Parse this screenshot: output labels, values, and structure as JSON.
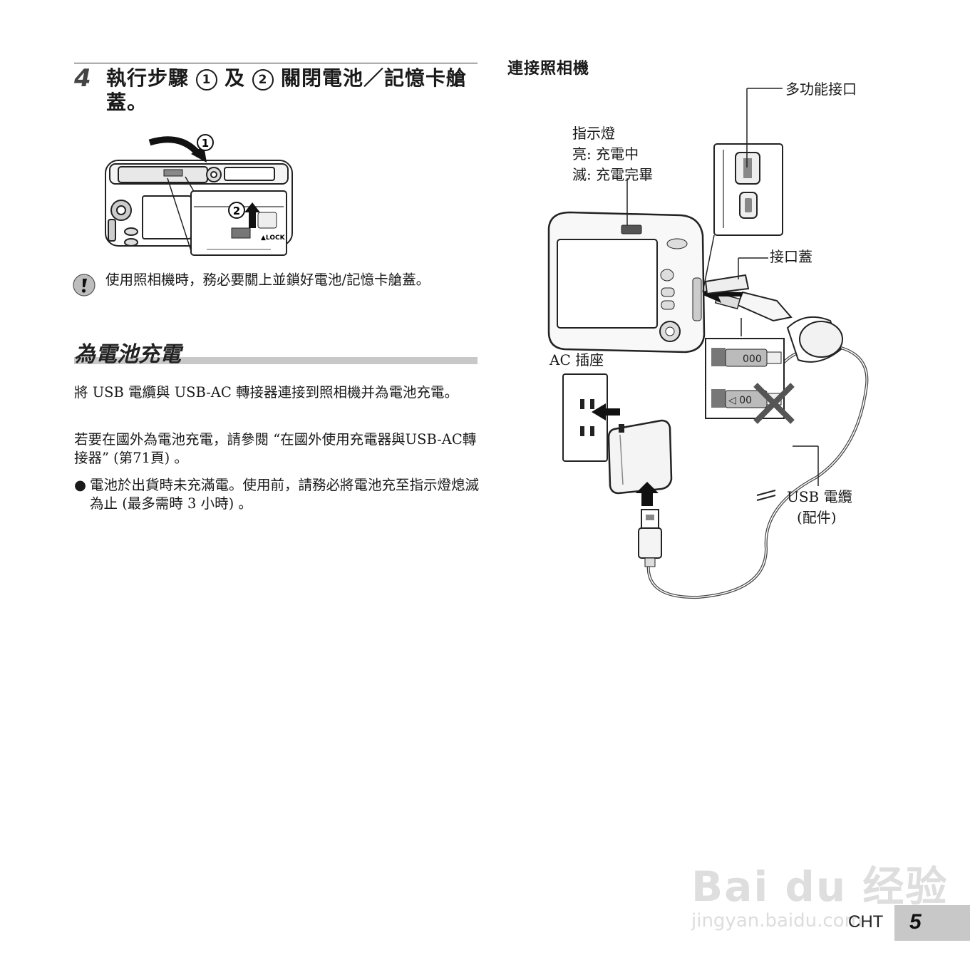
{
  "step4": {
    "number": "4",
    "text_a": "執行步驟",
    "mark1": "1",
    "text_b": "及",
    "mark2": "2",
    "text_c": "關閉電池／記憶卡艙蓋。"
  },
  "figure1": {
    "mark1": "1",
    "mark2": "2",
    "lock_label": "▲LOCK"
  },
  "caution": {
    "icon": "caution-icon",
    "text": "使用照相機時，務必要關上並鎖好電池/記憶卡艙蓋。"
  },
  "section": {
    "title": "為電池充電",
    "para1": "將 USB 電纜與 USB-AC 轉接器連接到照相機并為電池充電。",
    "para2": "若要在國外為電池充電，請參閱 “在國外使用充電器與USB-AC轉接器” (第71頁) 。",
    "bullet_symbol": "●",
    "bullet": "電池於出貨時未充滿電。使用前，請務必將電池充至指示燈熄滅為止 (最多需時 3 小時) 。"
  },
  "connect": {
    "title": "連接照相機",
    "indicator_label": "指示燈",
    "indicator_on": "亮: 充電中",
    "indicator_off": "滅: 充電完畢",
    "multi_connector": "多功能接口",
    "connector_cover": "接口蓋",
    "ac_outlet": "AC 插座",
    "usb_cable": "USB 電纜",
    "usb_cable_note": "(配件)"
  },
  "footer": {
    "code": "CHT",
    "page": "5"
  },
  "watermark": {
    "main": "Bai du 经验",
    "sub": "jingyan.baidu.com"
  }
}
